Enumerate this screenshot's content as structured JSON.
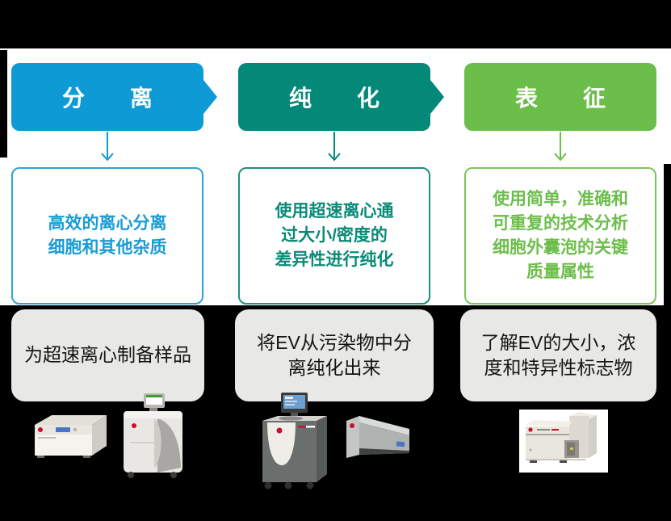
{
  "page": {
    "background": "#000000",
    "canvas_background": "#ffffff",
    "caption_background": "#e8e8e6",
    "brand_logo_color": "#c8102e"
  },
  "workflow": {
    "columns": [
      {
        "key": "separation",
        "accent": "#0e9bd5",
        "header_label": "分　　离",
        "description": "高效的离心分离\n细胞和其他杂质",
        "caption": "为超速离心制备样品",
        "instruments": [
          "benchtop-centrifuge-image",
          "floor-centrifuge-image"
        ]
      },
      {
        "key": "purification",
        "accent": "#048878",
        "header_label": "纯　　化",
        "description": "使用超速离心通\n过大小/密度的\n差异性进行纯化",
        "caption": "将EV从污染物中分\n离纯化出来",
        "instruments": [
          "floor-ultracentrifuge-image",
          "tabletop-ultracentrifuge-image"
        ]
      },
      {
        "key": "characterization",
        "accent": "#6cbe4b",
        "header_label": "表　　征",
        "description": "使用简单，准确和\n可重复的技术分析\n细胞外囊泡的关键\n质量属性",
        "caption": "了解EV的大小，浓\n度和特异性标志物",
        "instruments": [
          "flow-cytometer-image"
        ]
      }
    ]
  }
}
